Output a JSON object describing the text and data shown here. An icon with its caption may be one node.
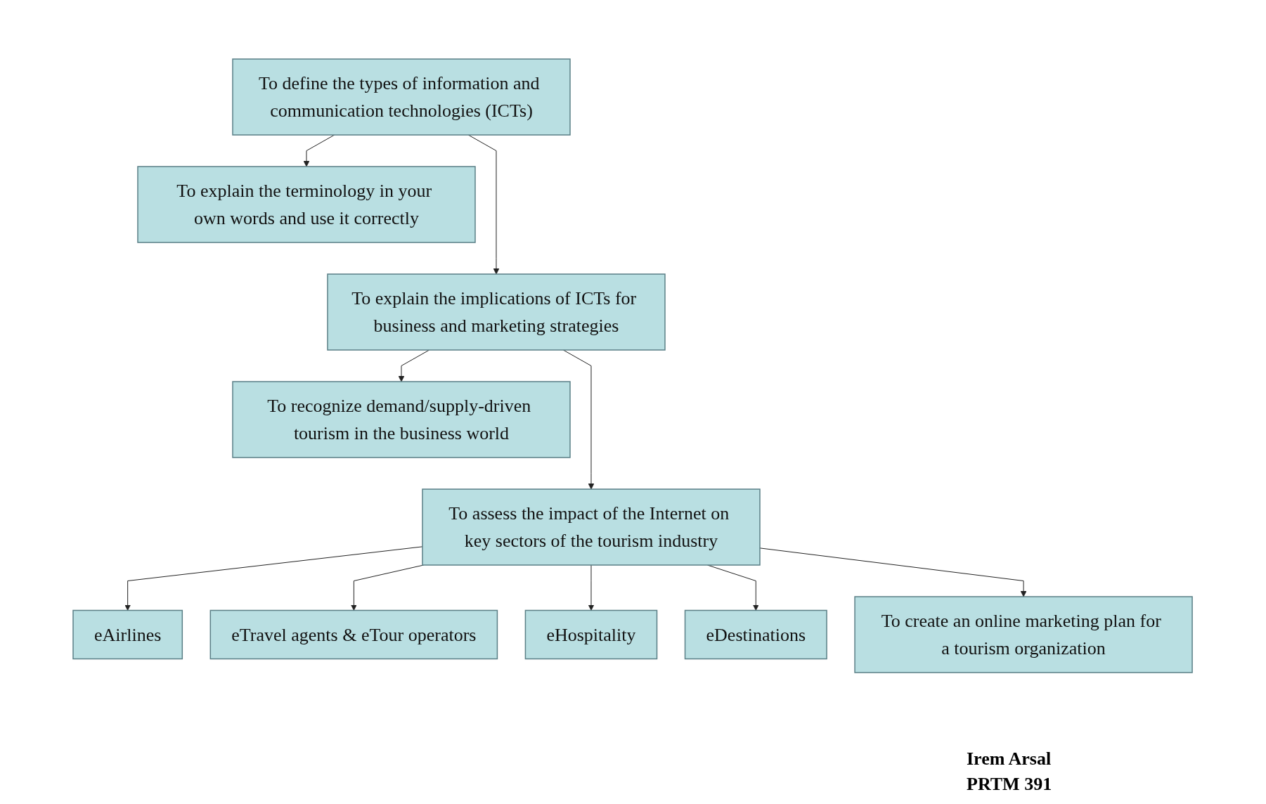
{
  "diagram": {
    "nodes": [
      {
        "text": [
          "To define the types of information and communication technologies (ICTs)"
        ]
      },
      {
        "text": [
          "To explain the terminology in your own words and use it correctly"
        ]
      },
      {
        "text": [
          "To explain the implications of ICTs for business and marketing strategies"
        ]
      },
      {
        "text": [
          "To recognize demand/supply-driven tourism in the business world"
        ]
      },
      {
        "text": [
          "To assess the impact of the Internet on key sectors of the tourism industry"
        ]
      },
      {
        "text": [
          "eAirlines"
        ]
      },
      {
        "text": [
          "eHospitality"
        ]
      },
      {
        "text": [
          "To create an online marketing plan for a tourism organization"
        ]
      },
      {
        "text": [
          "eTravel agents & eTour operators"
        ]
      },
      {
        "text": [
          "eDestinations"
        ]
      }
    ],
    "edges": [
      {
        "from": 0,
        "to": 2,
        "arrow": "to"
      },
      {
        "from": 0,
        "to": 1,
        "arrow": "to"
      },
      {
        "from": 2,
        "to": 4,
        "arrow": "to"
      },
      {
        "from": 2,
        "to": 3,
        "arrow": "to"
      },
      {
        "from": 4,
        "to": 5,
        "arrow": "to"
      },
      {
        "from": 4,
        "to": 8,
        "arrow": "to"
      },
      {
        "from": 4,
        "to": 6,
        "arrow": "to"
      },
      {
        "from": 4,
        "to": 9,
        "arrow": "to"
      },
      {
        "from": 4,
        "to": 7,
        "arrow": "to"
      }
    ],
    "labels": [
      "Irem Arsal",
      "PRTM 391"
    ]
  }
}
